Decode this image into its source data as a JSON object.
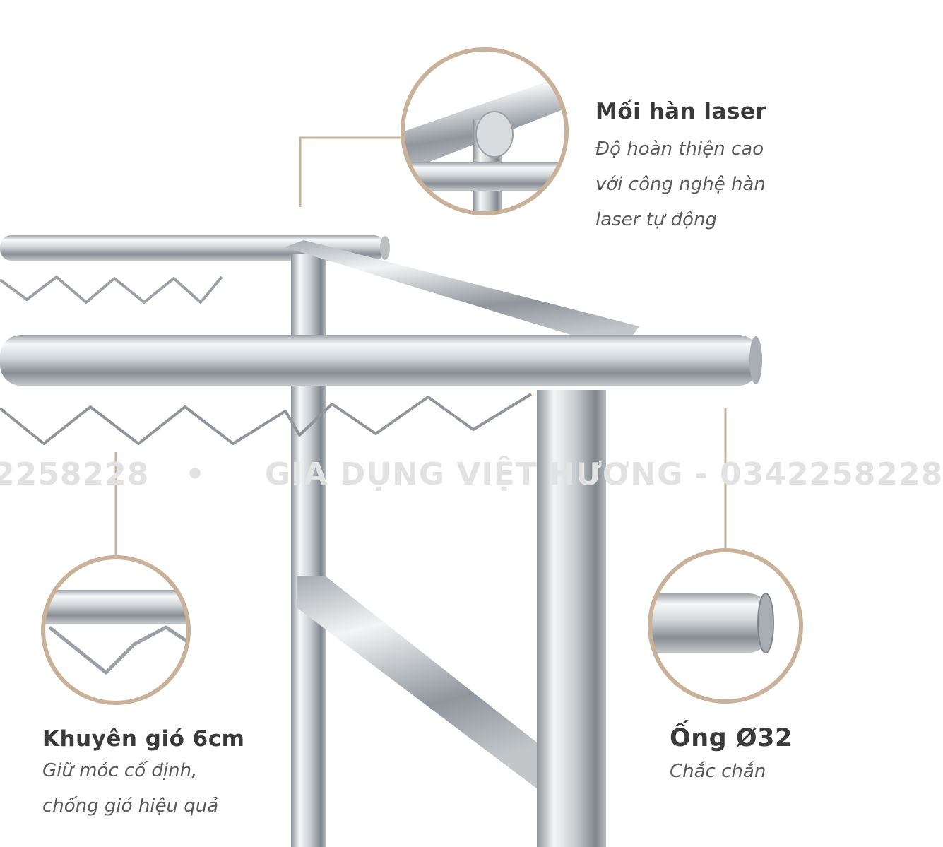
{
  "watermark": {
    "left_fragment": "2258228",
    "separator": "•",
    "main": "GIA DỤNG VIỆT HƯƠNG - 0342258228"
  },
  "callouts": {
    "weld": {
      "title": "Mối hàn laser",
      "desc": [
        "Độ hoàn thiện cao",
        "với công nghệ hàn",
        "laser tự động"
      ]
    },
    "ring": {
      "title": "Khuyên gió 6cm",
      "desc": [
        "Giữ móc cố định,",
        "chống gió hiệu quả"
      ]
    },
    "tube": {
      "title": "Ống Ø32",
      "desc": [
        "Chắc chắn"
      ]
    }
  },
  "colors": {
    "accent": "#c9b29a",
    "steel_dark": "#8e959b",
    "steel_light": "#f4f6f7"
  }
}
